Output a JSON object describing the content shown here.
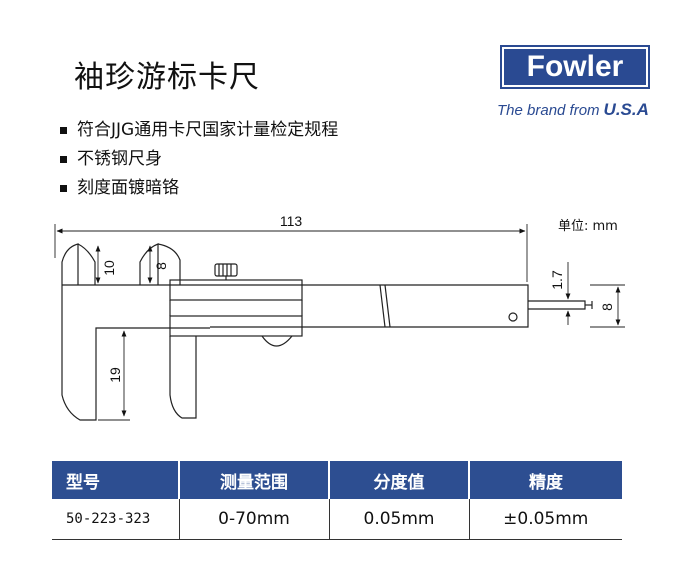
{
  "title": "袖珍游标卡尺",
  "brand": {
    "logo_text": "Fowler",
    "tagline": "The brand from",
    "tagline_country": "U.S.A",
    "color": "#2a4a92"
  },
  "features": [
    "符合JJG通用卡尺国家计量检定规程",
    "不锈钢尺身",
    "刻度面镀暗铬"
  ],
  "diagram": {
    "unit_label": "单位: mm",
    "dim_total_length": "113",
    "dim_upper_jaw_left": "10",
    "dim_upper_jaw_right": "8",
    "dim_lower_jaw": "19",
    "dim_depth_rod": "1.7",
    "dim_beam_height": "8"
  },
  "table": {
    "headers": [
      "型号",
      "测量范围",
      "分度值",
      "精度"
    ],
    "rows": [
      [
        "50-223-323",
        "0-70mm",
        "0.05mm",
        "±0.05mm"
      ]
    ],
    "header_color": "#2d4e91"
  }
}
